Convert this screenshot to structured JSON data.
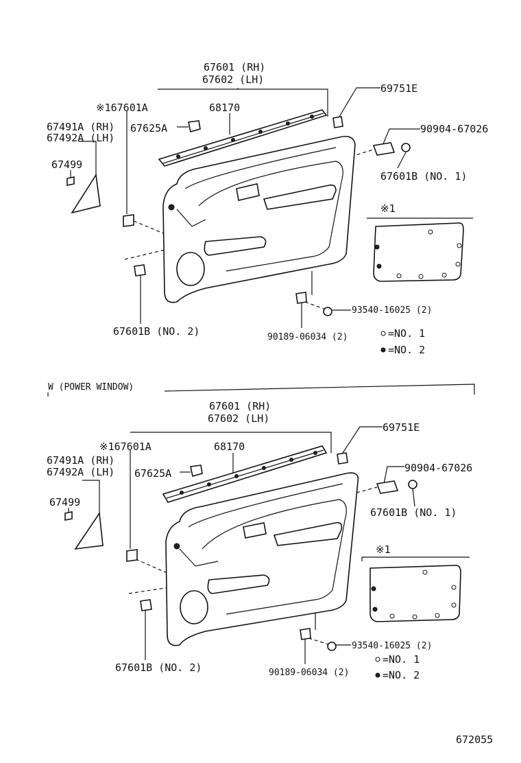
{
  "panels": [
    {
      "id": "top",
      "labels": {
        "p67601_rh": "67601 (RH)",
        "p67602_lh": "67602 (LH)",
        "p167601a": "※167601A",
        "p68170": "68170",
        "p69751e": "69751E",
        "p67491a": "67491A (RH)",
        "p67492a": "67492A (LH)",
        "p67625a": "67625A",
        "p90904": "90904-67026",
        "p67499": "67499",
        "p67601b_no1": "67601B (NO. 1)",
        "p67601b_no2": "67601B (NO. 2)",
        "p93540": "93540-16025 (2)",
        "p90189": "90189-06034 (2)",
        "ref1": "※1",
        "legend_no1": "=NO. 1",
        "legend_no2": "=NO. 2"
      }
    },
    {
      "id": "bottom",
      "section_title": "W (POWER WINDOW)",
      "labels": {
        "p67601_rh": "67601 (RH)",
        "p67602_lh": "67602 (LH)",
        "p167601a": "※167601A",
        "p68170": "68170",
        "p69751e": "69751E",
        "p67491a": "67491A (RH)",
        "p67492a": "67492A (LH)",
        "p67625a": "67625A",
        "p90904": "90904-67026",
        "p67499": "67499",
        "p67601b_no1": "67601B (NO. 1)",
        "p67601b_no2": "67601B (NO. 2)",
        "p93540": "93540-16025 (2)",
        "p90189": "90189-06034 (2)",
        "ref1": "※1",
        "legend_no1": "=NO. 1",
        "legend_no2": "=NO. 2"
      }
    }
  ],
  "figure_number": "672055"
}
